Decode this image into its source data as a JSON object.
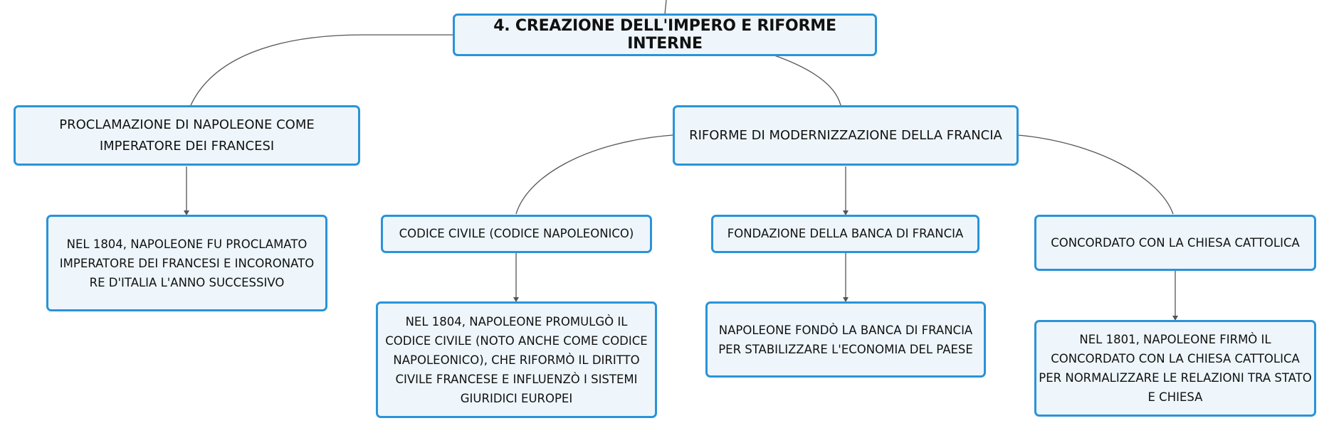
{
  "root": {
    "label": "4. CREAZIONE DELL'IMPERO E RIFORME INTERNE"
  },
  "branches": [
    {
      "label": "PROCLAMAZIONE DI NAPOLEONE COME IMPERATORE DEI FRANCESI",
      "children": [
        {
          "label": "NEL 1804, NAPOLEONE FU PROCLAMATO IMPERATORE DEI FRANCESI E INCORONATO RE D'ITALIA L'ANNO SUCCESSIVO"
        }
      ]
    },
    {
      "label": "RIFORME DI MODERNIZZAZIONE DELLA FRANCIA",
      "children": [
        {
          "label": "CODICE CIVILE (CODICE NAPOLEONICO)",
          "children": [
            {
              "label": "NEL 1804, NAPOLEONE PROMULGÒ IL CODICE CIVILE (NOTO ANCHE COME CODICE NAPOLEONICO), CHE RIFORMÒ IL DIRITTO CIVILE FRANCESE E INFLUENZÒ I SISTEMI GIURIDICI EUROPEI"
            }
          ]
        },
        {
          "label": "FONDAZIONE DELLA BANCA DI FRANCIA",
          "children": [
            {
              "label": "NAPOLEONE FONDÒ LA BANCA DI FRANCIA PER STABILIZZARE L'ECONOMIA DEL PAESE"
            }
          ]
        },
        {
          "label": "CONCORDATO CON LA CHIESA CATTOLICA",
          "children": [
            {
              "label": "NEL 1801, NAPOLEONE FIRMÒ IL CONCORDATO CON LA CHIESA CATTOLICA PER NORMALIZZARE LE RELAZIONI TRA STATO E CHIESA"
            }
          ]
        }
      ]
    }
  ]
}
